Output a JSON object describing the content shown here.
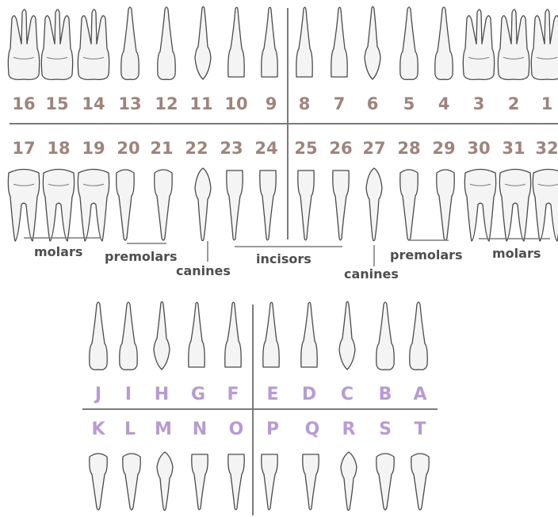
{
  "permanent": {
    "upper_numbers": [
      "16",
      "15",
      "14",
      "13",
      "12",
      "11",
      "10",
      "9",
      "8",
      "7",
      "6",
      "5",
      "4",
      "3",
      "2",
      "1"
    ],
    "lower_numbers": [
      "17",
      "18",
      "19",
      "20",
      "21",
      "22",
      "23",
      "24",
      "25",
      "26",
      "27",
      "28",
      "29",
      "30",
      "31",
      "32"
    ],
    "upper_types": [
      "molar",
      "molar",
      "molar",
      "premolar",
      "premolar",
      "canine",
      "incisor",
      "incisor",
      "incisor",
      "incisor",
      "canine",
      "premolar",
      "premolar",
      "molar",
      "molar",
      "molar"
    ],
    "lower_types": [
      "molar",
      "molar",
      "molar",
      "premolar",
      "premolar",
      "canine",
      "incisor",
      "incisor",
      "incisor",
      "incisor",
      "canine",
      "premolar",
      "premolar",
      "molar",
      "molar",
      "molar"
    ]
  },
  "primary": {
    "upper_letters": [
      "J",
      "I",
      "H",
      "G",
      "F",
      "E",
      "D",
      "C",
      "B",
      "A"
    ],
    "lower_letters": [
      "K",
      "L",
      "M",
      "N",
      "O",
      "P",
      "Q",
      "R",
      "S",
      "T"
    ],
    "upper_types": [
      "premolar",
      "premolar",
      "canine",
      "incisor",
      "incisor",
      "incisor",
      "incisor",
      "canine",
      "premolar",
      "premolar"
    ],
    "lower_types": [
      "premolar",
      "premolar",
      "canine",
      "incisor",
      "incisor",
      "incisor",
      "incisor",
      "canine",
      "premolar",
      "premolar"
    ]
  },
  "labels": {
    "molars_left": "molars",
    "premolars_left": "premolars",
    "canines_left": "canines",
    "incisors": "incisors",
    "canines_right": "canines",
    "premolars_right": "premolars",
    "molars_right": "molars"
  },
  "colors": {
    "number_text": "#a0847c",
    "letter_text": "#b89ad8",
    "label_text": "#4e4e4e",
    "divider": "#7a7a7a",
    "tooth_fill": "#f4f4f4",
    "tooth_outline": "#4a4a4a"
  }
}
